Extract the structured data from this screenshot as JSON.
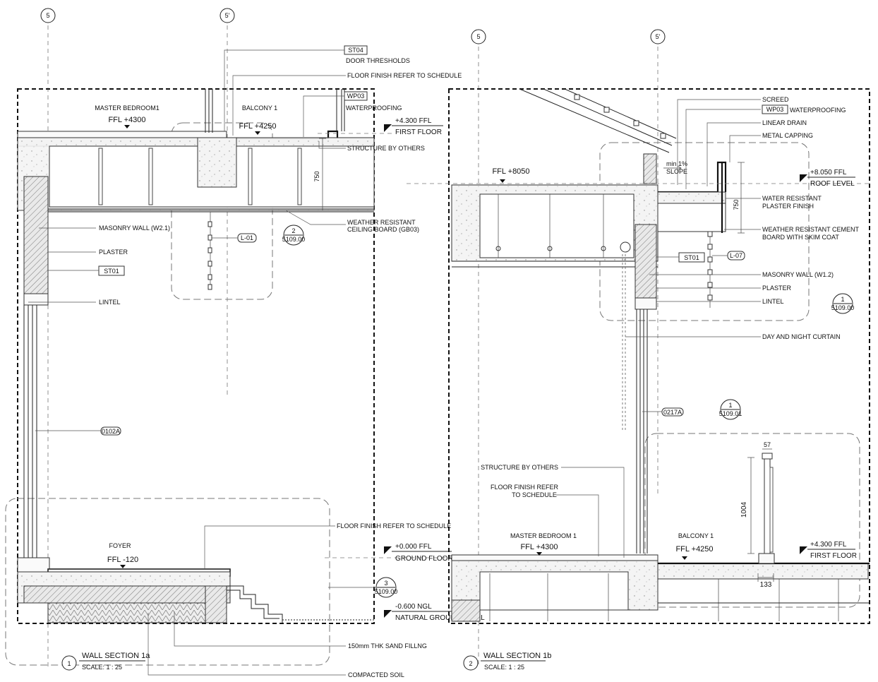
{
  "grid_markers": [
    "5",
    "5'",
    "5",
    "5'"
  ],
  "section_a": {
    "title": "WALL SECTION 1a",
    "scale": "SCALE: 1 : 25",
    "number": "1",
    "rooms": {
      "master_bedroom": "MASTER BEDROOM1",
      "master_ffl": "FFL +4300",
      "balcony": "BALCONY 1",
      "balcony_ffl": "FFL +4250",
      "foyer": "FOYER",
      "foyer_ffl": "FFL -120"
    },
    "levels": {
      "first_floor_value": "+4.300 FFL",
      "first_floor_name": "FIRST FLOOR",
      "ground_floor_value": "+0.000 FFL",
      "ground_floor_name": "GROUND FLOOR",
      "natural_ground_value": "-0.600 NGL",
      "natural_ground_name": "NATURAL GROUND LEVEL"
    },
    "tags": {
      "st04": "ST04",
      "wp03": "WP03",
      "st01": "ST01",
      "l01": "L-01",
      "door": "0102A"
    },
    "notes": {
      "door_thresholds": "DOOR THRESHOLDS",
      "floor_finish": "FLOOR FINISH REFER TO SCHEDULE",
      "waterproofing": "WATERPROOFING",
      "structure": "STRUCTURE BY OTHERS",
      "weather_resistant": "WEATHER RESISTANT",
      "ceiling_board": "CEILING BOARD (GB03)",
      "masonry_wall": "MASONRY WALL (W2.1)",
      "plaster": "PLASTER",
      "lintel": "LINTEL",
      "floor_finish_lower": "FLOOR FINISH REFER TO SCHEDULE",
      "sand_filling": "150mm THK SAND FILLNG",
      "compacted_soil": "COMPACTED SOIL"
    },
    "dimension_750": "750",
    "detail_refs": [
      {
        "num": "2",
        "sheet": "5109.00"
      },
      {
        "num": "3",
        "sheet": "5109.00"
      }
    ]
  },
  "section_b": {
    "title": "WALL SECTION 1b",
    "scale": "SCALE: 1 : 25",
    "number": "2",
    "ffl_roof": "FFL +8050",
    "levels": {
      "roof_value": "+8.050 FFL",
      "roof_name": "ROOF LEVEL",
      "first_floor_value": "+4.300 FFL",
      "first_floor_name": "FIRST FLOOR"
    },
    "slope_min": "min 1%",
    "slope": "SLOPE",
    "rooms": {
      "master_bedroom": "MASTER BEDROOM 1",
      "master_ffl": "FFL +4300",
      "balcony": "BALCONY 1",
      "balcony_ffl": "FFL +4250"
    },
    "tags": {
      "wp03": "WP03",
      "st01": "ST01",
      "l07": "L-07",
      "door": "0217A"
    },
    "notes": {
      "screed": "SCREED",
      "waterproofing": "WATERPROOFING",
      "linear_drain": "LINEAR DRAIN",
      "metal_capping": "METAL CAPPING",
      "water_resistant_1": "WATER RESISTANT",
      "water_resistant_2": "PLASTER FINISH",
      "cement_board_1": "WEATHER RESISTANT CEMENT",
      "cement_board_2": "BOARD WITH SKIM COAT",
      "masonry_wall": "MASONRY WALL (W1.2)",
      "plaster": "PLASTER",
      "lintel": "LINTEL",
      "curtain": "DAY AND NIGHT CURTAIN",
      "structure": "STRUCTURE BY OTHERS",
      "floor_finish_1": "FLOOR FINISH REFER",
      "floor_finish_2": "TO SCHEDULE"
    },
    "dimensions": {
      "d750": "750",
      "d57": "57",
      "d1004": "1004",
      "d133": "133"
    },
    "detail_refs": [
      {
        "num": "1",
        "sheet": "5109.00"
      },
      {
        "num": "1",
        "sheet": "5109.01"
      }
    ]
  }
}
